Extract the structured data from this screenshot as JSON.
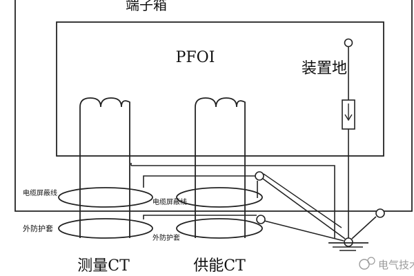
{
  "diagram": {
    "terminal_box_label": "端子箱",
    "device_label": "PFOI",
    "device_ground_label": "装置地",
    "cable_shield_label_1": "电缆屏蔽线",
    "cable_shield_label_2": "电缆屏蔽线",
    "outer_sheath_label_1": "外防护套",
    "outer_sheath_label_2": "外防护套",
    "measurement_ct_label": "测量CT",
    "supply_ct_label": "供能CT"
  },
  "watermark": {
    "text": "电气技术"
  },
  "colors": {
    "line": "#222222",
    "text": "#111111",
    "watermark": "#9a9a9a"
  }
}
